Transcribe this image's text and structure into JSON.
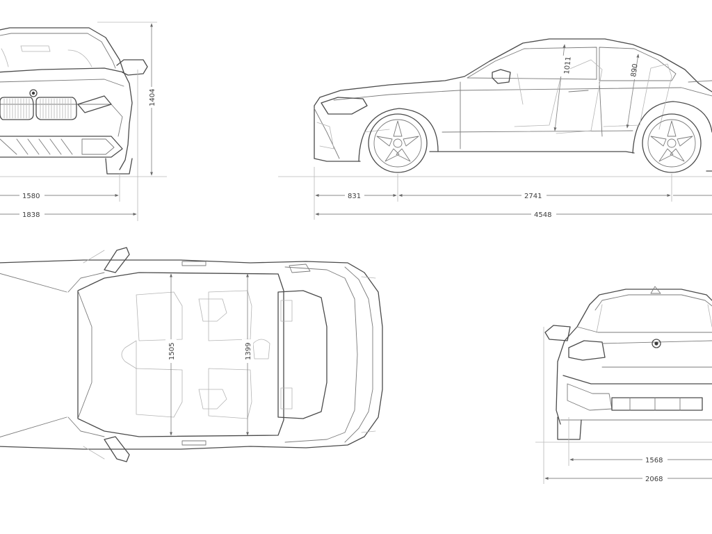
{
  "dimensions": {
    "front_height": "1404",
    "front_track": "1580",
    "front_width": "1838",
    "side_headroom_front": "1011",
    "side_headroom_rear": "890",
    "side_front_overhang": "831",
    "side_wheelbase": "2741",
    "side_length": "4548",
    "top_shoulder_front": "1505",
    "top_shoulder_rear": "1399",
    "rear_track": "1568",
    "rear_width_mirrors": "2068"
  },
  "icons": {
    "front_logo": "bmw-roundel-icon",
    "rear_logo": "bmw-roundel-icon"
  }
}
